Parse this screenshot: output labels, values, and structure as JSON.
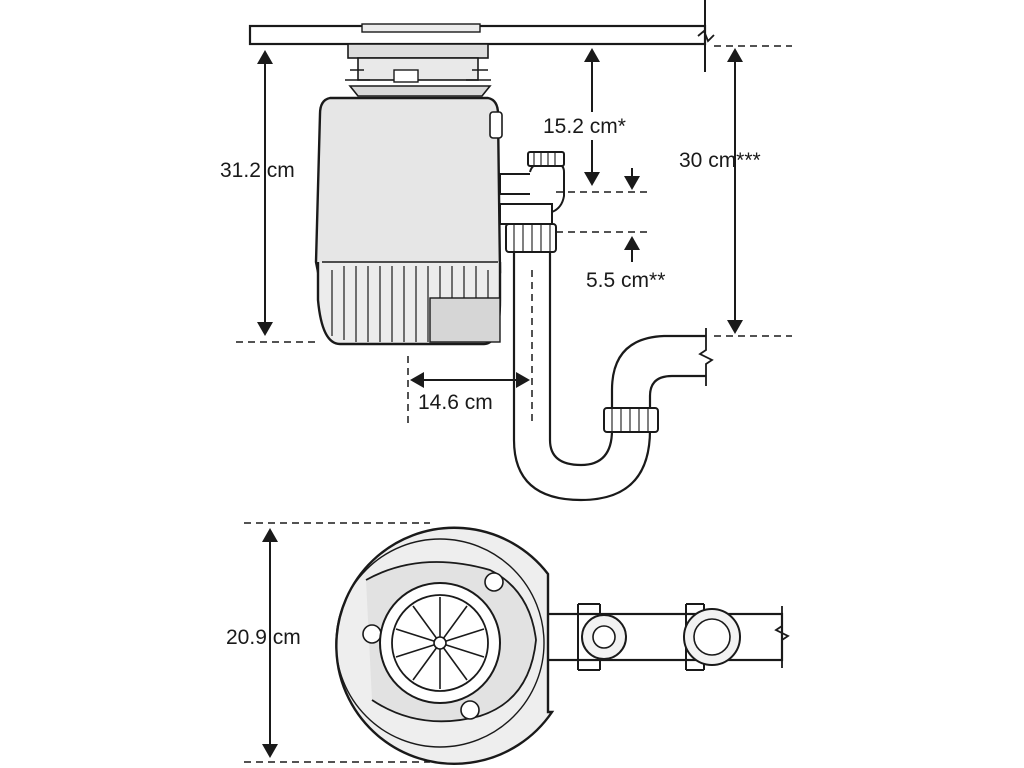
{
  "figure": {
    "dimensions": {
      "unit_height": "31.2 cm",
      "inlet_to_sink": "15.2 cm*",
      "sink_to_drain": "30 cm***",
      "inlet_drop": "5.5 cm**",
      "outlet_offset": "14.6 cm",
      "unit_diameter": "20.9 cm"
    },
    "colors": {
      "line": "#1a1a1a",
      "body": "#e6e6e6",
      "body_dark": "#d0d0d0",
      "paper": "#ffffff"
    }
  }
}
